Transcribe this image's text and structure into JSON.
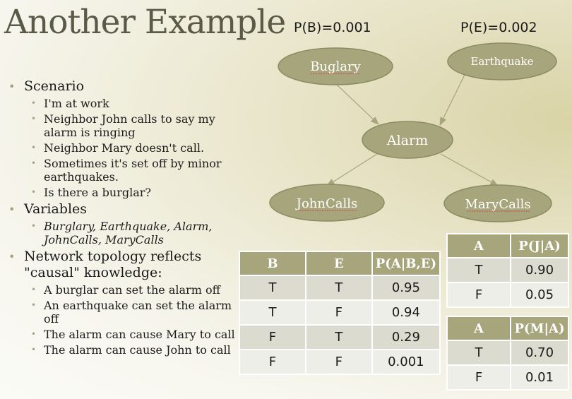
{
  "title": "Another Example",
  "priors": {
    "pb": "P(B)=0.001",
    "pe": "P(E)=0.002"
  },
  "nodes": {
    "burglary": "Buglary",
    "earthquake": "Earthquake",
    "alarm": "Alarm",
    "johncalls": "JohnCalls",
    "marycalls": "MaryCalls"
  },
  "colors": {
    "node_fill": "#a6a57c",
    "header_fill": "#a6a57c",
    "title": "#5a5a48"
  },
  "bullets": {
    "scenario": {
      "label": "Scenario",
      "items": [
        "I'm at work",
        "Neighbor John calls to say my alarm is ringing",
        "Neighbor Mary doesn't call.",
        "Sometimes it's set off by minor earthquakes.",
        "Is there a burglar?"
      ]
    },
    "variables": {
      "label": "Variables",
      "items": [
        "Burglary, Earthquake, Alarm, JohnCalls, MaryCalls"
      ]
    },
    "topology": {
      "label": "Network topology reflects \"causal\" knowledge:",
      "items": [
        "A burglar can set the alarm off",
        "An earthquake can set the alarm off",
        "The alarm can cause Mary to call",
        "The alarm can cause John to call"
      ]
    }
  },
  "table_alarm": {
    "headers": [
      "B",
      "E",
      "P(A|B,E)"
    ],
    "rows": [
      [
        "T",
        "T",
        "0.95"
      ],
      [
        "T",
        "F",
        "0.94"
      ],
      [
        "F",
        "T",
        "0.29"
      ],
      [
        "F",
        "F",
        "0.001"
      ]
    ]
  },
  "table_john": {
    "headers": [
      "A",
      "P(J|A)"
    ],
    "rows": [
      [
        "T",
        "0.90"
      ],
      [
        "F",
        "0.05"
      ]
    ]
  },
  "table_mary": {
    "headers": [
      "A",
      "P(M|A)"
    ],
    "rows": [
      [
        "T",
        "0.70"
      ],
      [
        "F",
        "0.01"
      ]
    ]
  }
}
